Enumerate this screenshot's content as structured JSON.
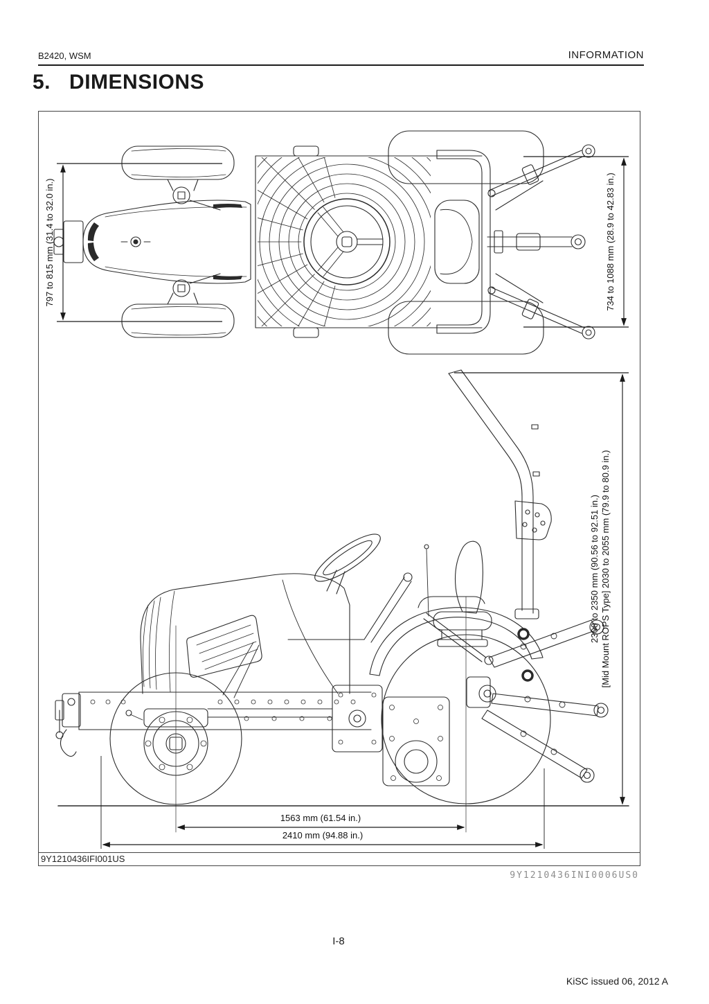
{
  "header": {
    "model": "B2420, WSM",
    "section": "INFORMATION"
  },
  "title": {
    "number": "5.",
    "text": "DIMENSIONS"
  },
  "figure": {
    "inner_code": "9Y1210436IFI001US",
    "outer_code": "9Y1210436INI0006US0",
    "dims": {
      "front_tread": "797 to 815 mm (31.4 to 32.0 in.)",
      "rear_width": "734 to 1088 mm (28.9 to 42.83 in.)",
      "height_range": "2300 to 2350 mm (90.56 to 92.51 in.)",
      "height_rops": "[Mid Mount ROPS Type] 2030 to 2055 mm (79.9 to 80.9 in.)",
      "wheelbase": "1563 mm (61.54 in.)",
      "overall_length": "2410 mm (94.88 in.)"
    }
  },
  "footer": {
    "page": "I-8",
    "issued": "KiSC issued 06, 2012 A"
  }
}
